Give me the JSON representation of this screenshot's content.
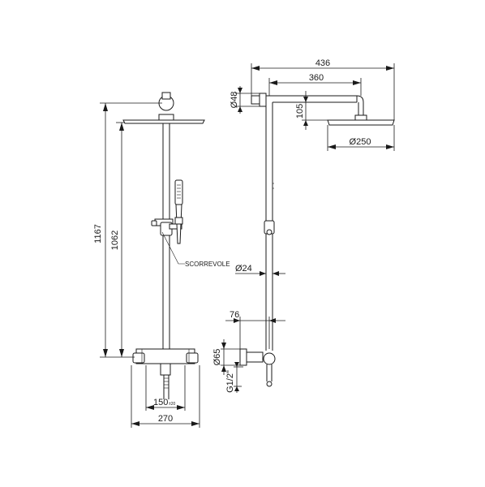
{
  "front_view": {
    "dim_total_height": "1167",
    "dim_bar_height": "1062",
    "dim_mixer_spacing": "150",
    "dim_mixer_spacing_tol": "±20",
    "dim_mixer_width": "270",
    "label_slider": "SCORREVOLE"
  },
  "side_view": {
    "dim_total_reach": "436",
    "dim_arm_length": "360",
    "dim_top_bracket_dia": "Ø48",
    "dim_arm_drop": "105",
    "dim_showerhead_dia": "Ø250",
    "dim_pipe_dia": "Ø24",
    "dim_wall_offset": "76",
    "dim_bottom_bracket_dia": "Ø65",
    "dim_thread": "G1/2\""
  }
}
